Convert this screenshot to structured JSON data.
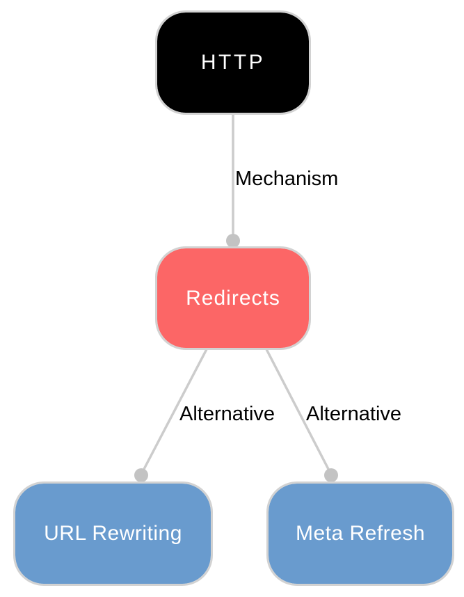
{
  "diagram": {
    "type": "graph",
    "theme": {
      "background": "#ffffff",
      "edge_color": "#cccccc",
      "dot_color": "#c3c3c3",
      "node_border_color": "#d2d2d2",
      "edge_label_color": "#000000"
    },
    "nodes": [
      {
        "id": "http",
        "label": "HTTP",
        "fill": "#000000",
        "text_color": "#ffffff"
      },
      {
        "id": "redirects",
        "label": "Redirects",
        "fill": "#fc6666",
        "text_color": "#ffffff"
      },
      {
        "id": "url-rewriting",
        "label": "URL Rewriting",
        "fill": "#699bce",
        "text_color": "#ffffff"
      },
      {
        "id": "meta-refresh",
        "label": "Meta Refresh",
        "fill": "#699bce",
        "text_color": "#ffffff"
      }
    ],
    "edges": [
      {
        "from": "http",
        "to": "redirects",
        "label": "Mechanism"
      },
      {
        "from": "redirects",
        "to": "url-rewriting",
        "label": "Alternative"
      },
      {
        "from": "redirects",
        "to": "meta-refresh",
        "label": "Alternative"
      }
    ]
  }
}
